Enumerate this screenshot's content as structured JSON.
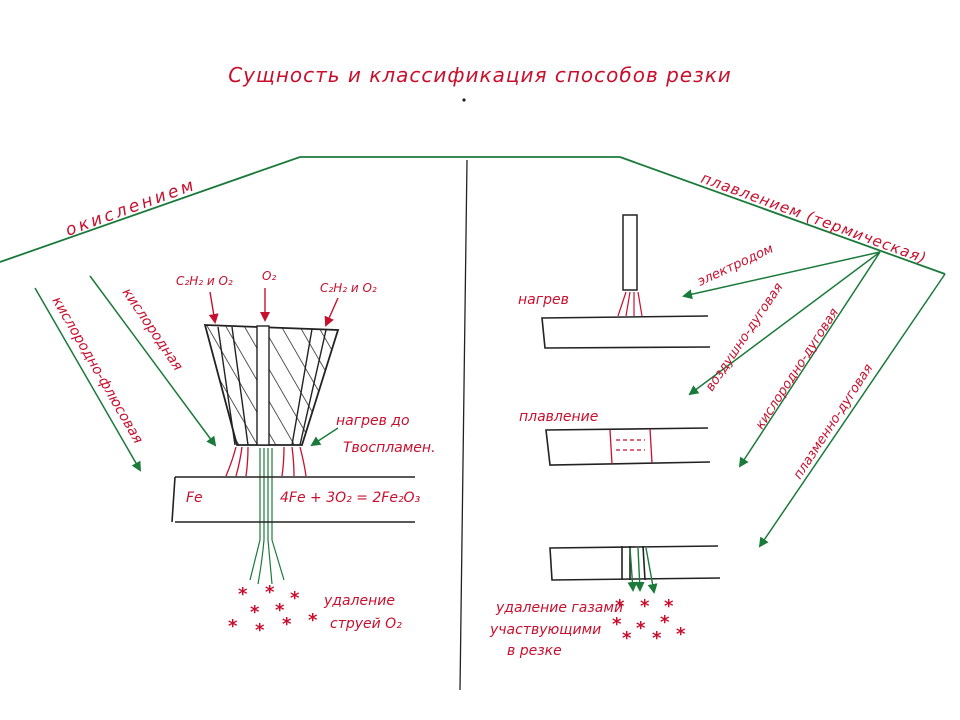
{
  "title": "Сущность и классификация способов резки",
  "colors": {
    "red": "#c8102e",
    "green": "#1a7a3a",
    "ink": "#222222"
  },
  "left": {
    "branch": "окислением",
    "sub1": "кислородно-флюсовая",
    "sub2": "кислородная",
    "gas_left": "C₂H₂ и O₂",
    "gas_center": "O₂",
    "gas_right": "C₂H₂ и O₂",
    "heat_note_1": "нагрев до",
    "heat_note_2": "Tвоспламен.",
    "metal": "Fe",
    "reaction": "4Fe + 3O₂ = 2Fe₂O₃",
    "removal_1": "удаление",
    "removal_2": "струей O₂"
  },
  "right": {
    "branch": "плавлением (термическая)",
    "sub1": "электродом",
    "sub2": "воздушно-дуговая",
    "sub3": "кислородно-дуговая",
    "sub4": "плазменно-дуговая",
    "step1": "нагрев",
    "step2": "плавление",
    "removal_1": "удаление газами",
    "removal_2": "участвующими",
    "removal_3": "в резке"
  }
}
